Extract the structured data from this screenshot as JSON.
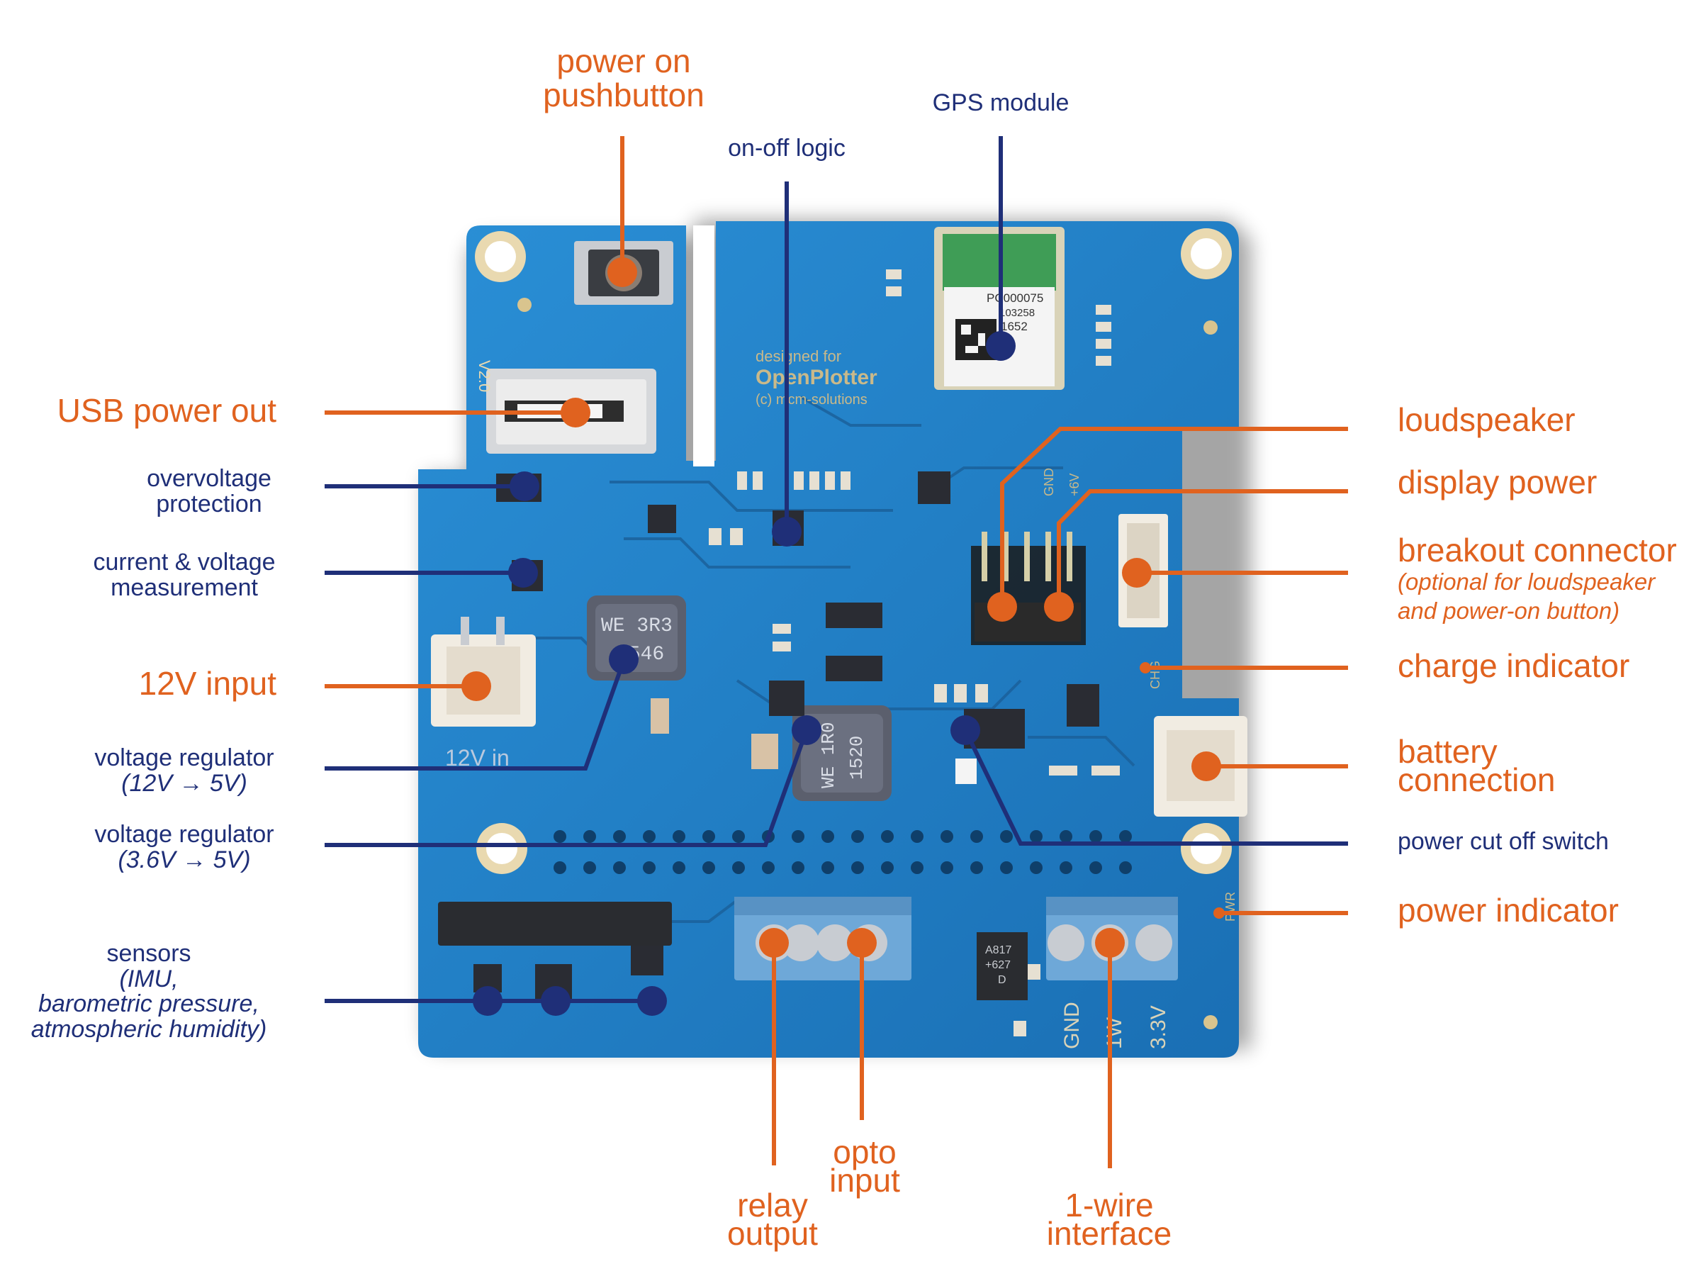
{
  "colors": {
    "board": "#1f7fc4",
    "board_dark": "#135f9c",
    "orange_callout": "#e0621f",
    "navy_callout": "#1f2f78"
  },
  "labels": {
    "power_on_pushbutton": [
      "power on",
      "pushbutton"
    ],
    "gps_module": "GPS module",
    "on_off_logic": "on-off logic",
    "usb_power_out": "USB power out",
    "overvoltage_protection": [
      "overvoltage",
      "protection"
    ],
    "current_voltage_measurement": [
      "current & voltage",
      "measurement"
    ],
    "input_12v": "12V input",
    "voltage_regulator_12v": {
      "title": "voltage regulator",
      "sub": "(12V → 5V)"
    },
    "voltage_regulator_36v": {
      "title": "voltage regulator",
      "sub": "(3.6V → 5V)"
    },
    "sensors": {
      "title": "sensors",
      "sub": [
        "(IMU,",
        "barometric pressure,",
        "atmospheric humidity)"
      ]
    },
    "loudspeaker": "loudspeaker",
    "display_power": "display power",
    "breakout_connector": {
      "title": "breakout connector",
      "sub": [
        "(optional for loudspeaker",
        "and power-on button)"
      ]
    },
    "charge_indicator": "charge indicator",
    "battery_connection": [
      "battery",
      "connection"
    ],
    "power_cut_off_switch": "power cut off switch",
    "power_indicator": "power indicator",
    "relay_output": [
      "relay",
      "output"
    ],
    "opto_input": [
      "opto",
      "input"
    ],
    "one_wire_interface": [
      "1-wire",
      "interface"
    ]
  },
  "board_text": {
    "designed_for": "designed for",
    "openplotter": "OpenPlotter",
    "copyright": "(c) mcm-solutions",
    "version": "V2.0",
    "in_12v": "12V in",
    "inductor_1": [
      "WE 3R3",
      "1546"
    ],
    "inductor_2": [
      "WE 1R0",
      "1520"
    ],
    "gps_chip": [
      "PC000075",
      "103258",
      "1652"
    ],
    "terminal_labels": [
      "GND",
      "1W",
      "3.3V"
    ],
    "header_labels": [
      "GND",
      "+6V"
    ],
    "chg": "CHG",
    "pwr": "PWR",
    "ic_a817": [
      "A817",
      "+627",
      "D"
    ]
  }
}
